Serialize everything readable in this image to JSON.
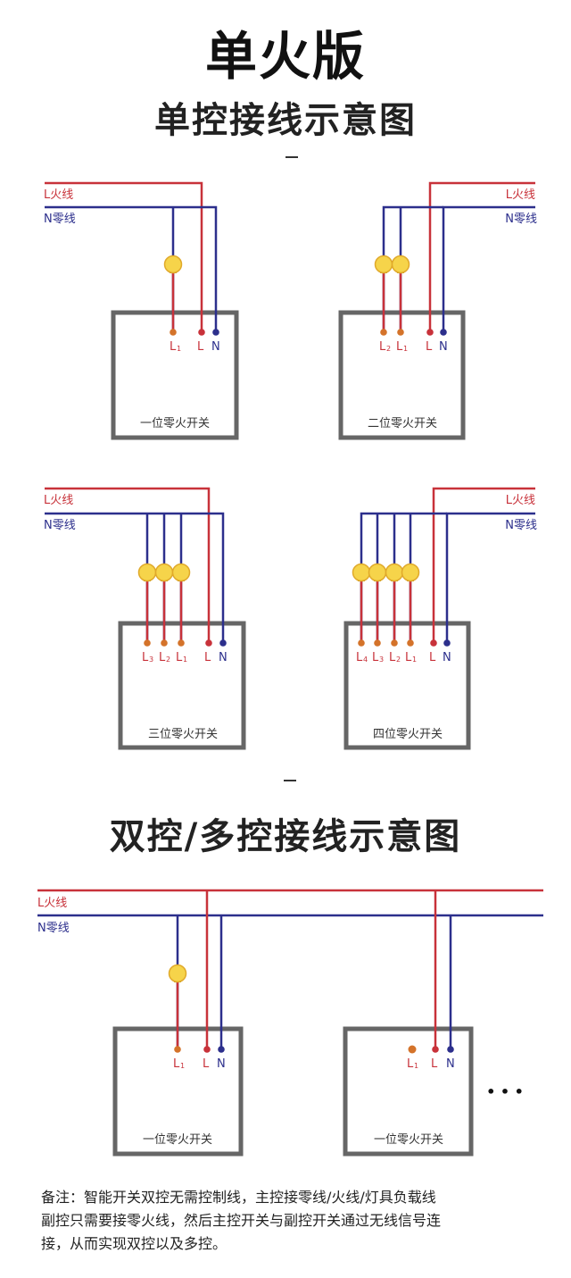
{
  "header": {
    "title": "单火版",
    "subtitle_single": "单控接线示意图",
    "subtitle_double": "双控/多控接线示意图"
  },
  "wires": {
    "live_label": "L火线",
    "neutral_label": "N零线",
    "live_color": "#c8323a",
    "neutral_color": "#2c2f8c",
    "load_color": "#d4732a",
    "bulb_color": "#f6d44a"
  },
  "terminals": {
    "L": "L",
    "N": "N",
    "L1": "L",
    "L2": "L",
    "L3": "L",
    "L4": "L",
    "sub1": "1",
    "sub2": "2",
    "sub3": "3",
    "sub4": "4"
  },
  "switches": {
    "one_gang": "一位零火开关",
    "two_gang": "二位零火开关",
    "three_gang": "三位零火开关",
    "four_gang": "四位零火开关"
  },
  "ellipsis": "• • •",
  "note": {
    "line1": "备注：智能开关双控无需控制线，主控接零线/火线/灯具负载线",
    "line2": "副控只需要接零火线，然后主控开关与副控开关通过无线信号连",
    "line3": "接，从而实现双控以及多控。"
  }
}
